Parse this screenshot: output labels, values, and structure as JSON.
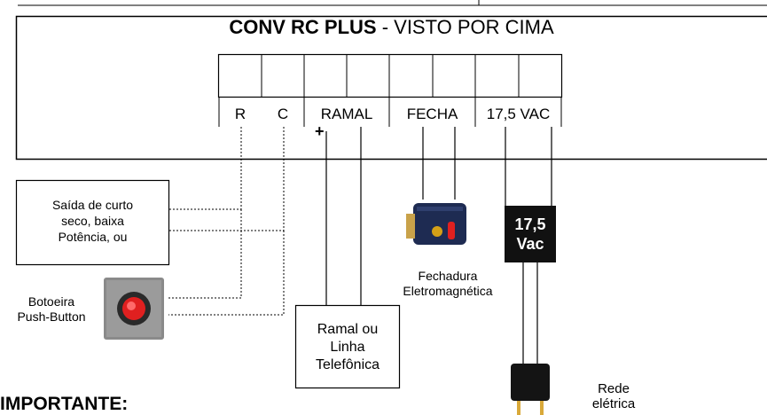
{
  "board": {
    "title_bold": "CONV RC PLUS",
    "title_rest": " - VISTO POR CIMA",
    "terminal_labels": [
      "R",
      "C",
      "RAMAL",
      "FECHA",
      "17,5 VAC"
    ],
    "plus_sign": "+"
  },
  "dry_contact_box": {
    "lines": [
      "Saída de curto",
      "seco, baixa",
      "Potência, ou"
    ]
  },
  "push_button": {
    "lines": [
      "Botoeira",
      "Push-Button"
    ]
  },
  "phone_line_box": {
    "lines": [
      "Ramal ou",
      "Linha",
      "Telefônica"
    ]
  },
  "lock": {
    "lines": [
      "Fechadura",
      "Eletromagnética"
    ]
  },
  "transformer": {
    "lines": [
      "17,5",
      "Vac"
    ]
  },
  "power_grid": {
    "lines": [
      "Rede",
      "elétrica"
    ]
  },
  "notes": {
    "importante": "IMPORTANTE:"
  },
  "colors": {
    "button_red": "#e02020",
    "lock_body": "#1e2b52",
    "transformer": "#111111"
  }
}
